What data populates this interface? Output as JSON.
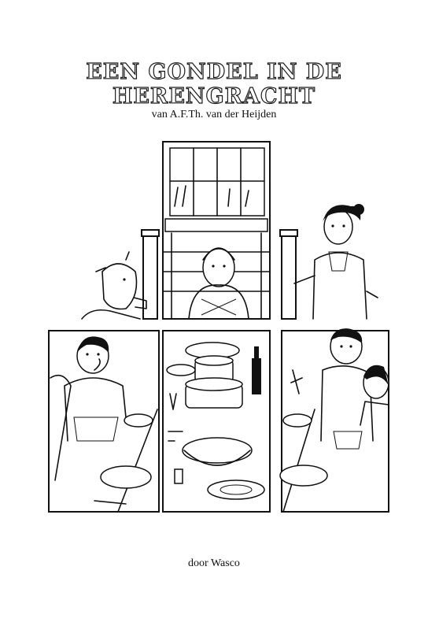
{
  "title": "EEN GONDEL IN DE HERENGRACHT",
  "author_line": "van A.F.Th. van der Heijden",
  "credit_line": "door Wasco"
}
